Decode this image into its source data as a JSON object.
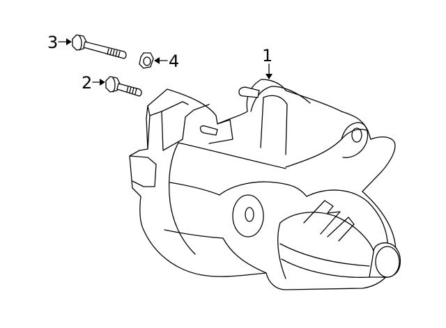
{
  "callouts": [
    {
      "id": "callout-1",
      "label": "1",
      "part": "starter-motor"
    },
    {
      "id": "callout-2",
      "label": "2",
      "part": "mounting-bolt-short"
    },
    {
      "id": "callout-3",
      "label": "3",
      "part": "mounting-bolt-long"
    },
    {
      "id": "callout-4",
      "label": "4",
      "part": "nut"
    }
  ]
}
